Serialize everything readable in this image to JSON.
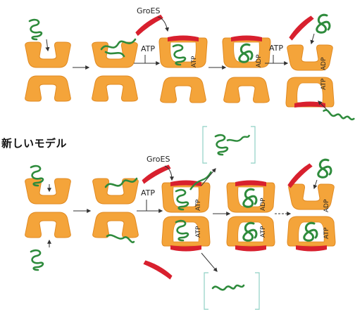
{
  "labels": {
    "groes": "GroES",
    "atp": "ATP",
    "adp": "ADP",
    "heading": "新しいモデル"
  },
  "colors": {
    "chaperonin": "#F4A43A",
    "chaperonin_shadow": "#E08A22",
    "lid": "#D8202E",
    "protein": "#2E8B3C",
    "bracket": "#8FD0C4",
    "arrow": "#333333"
  }
}
